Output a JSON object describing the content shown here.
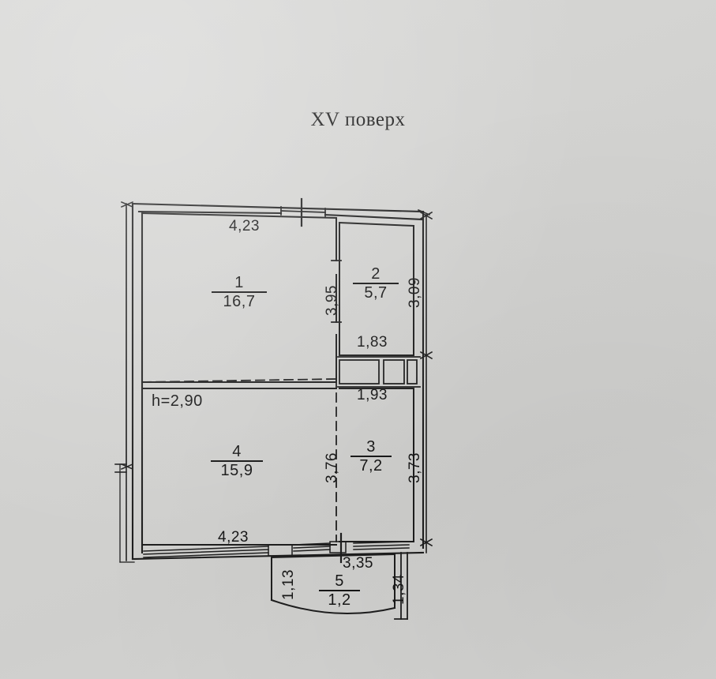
{
  "document": {
    "type": "floor-plan",
    "title": "XV поверх",
    "ceiling_height_label": "h=2,90"
  },
  "rooms": [
    {
      "number": "1",
      "area": "16,7"
    },
    {
      "number": "2",
      "area": "5,7"
    },
    {
      "number": "3",
      "area": "7,2"
    },
    {
      "number": "4",
      "area": "15,9"
    },
    {
      "number": "5",
      "area": "1,2"
    }
  ],
  "dimensions": {
    "top_room1_width": "4,23",
    "room1_right_height": "3,95",
    "room2_right_height": "3,09",
    "room2_bottom_width": "1,83",
    "niche_row_width": "1,93",
    "room4_right_height": "3,76",
    "room3_right_height": "3,73",
    "bottom_room4_width": "4,23",
    "balcony_left_height": "1,13",
    "balcony_bottom_width": "3,35",
    "balcony_right_height": "1,34"
  },
  "colors": {
    "paper": "#d4d4d2",
    "ink": "#171717",
    "line": "#1e1e1e"
  }
}
